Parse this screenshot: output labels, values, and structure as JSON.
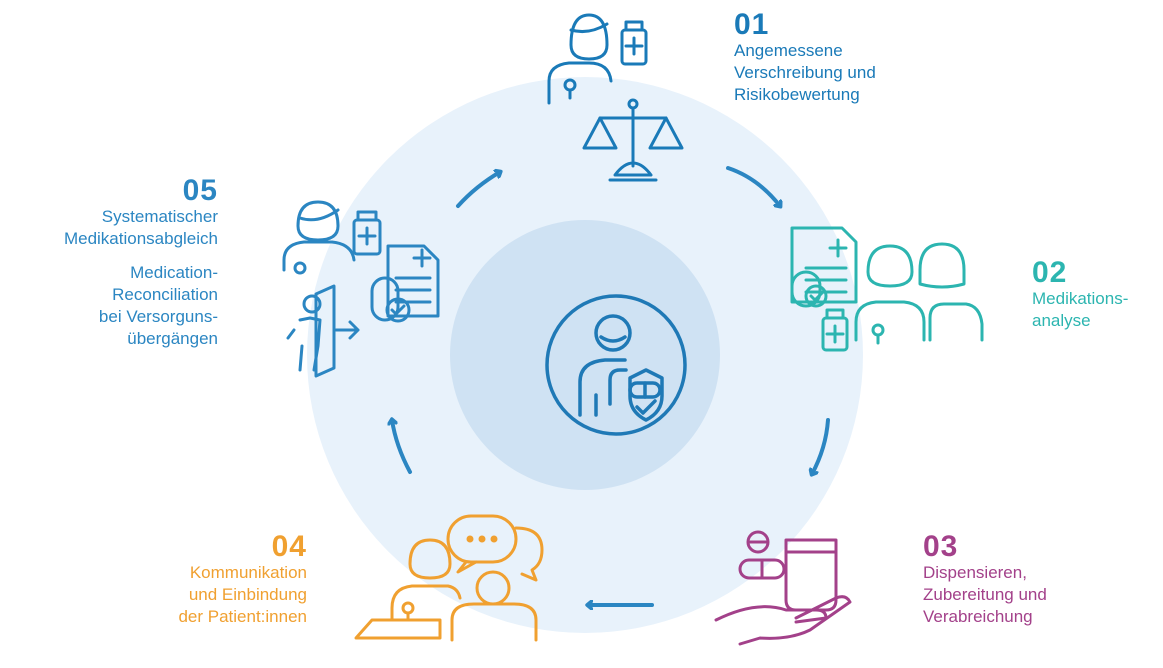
{
  "colors": {
    "step1": "#1a7ab8",
    "step2": "#2cb5b0",
    "step3": "#a3418a",
    "step4": "#f0a030",
    "step5": "#2b86c2",
    "arrow": "#2b86c2",
    "circle_outer": "#e8f2fb",
    "circle_inner": "#cfe2f3",
    "center_icon": "#1f79b6"
  },
  "icons": {
    "center": "patient-safety-shield-icon",
    "step1": "doctor-scale-icon",
    "step2": "document-team-icon",
    "step3": "pill-hand-icon",
    "step4": "consultation-chat-icon",
    "step5": "discharge-reconciliation-icon"
  },
  "steps": [
    {
      "number": "01",
      "lines": [
        "Angemessene",
        "Verschreibung und",
        "Risikobewertung"
      ]
    },
    {
      "number": "02",
      "lines": [
        "Medikations-",
        "analyse"
      ]
    },
    {
      "number": "03",
      "lines": [
        "Dispensieren,",
        "Zubereitung und",
        "Verabreichung"
      ]
    },
    {
      "number": "04",
      "lines": [
        "Kommunikation",
        "und  Einbindung",
        "der Patient:innen"
      ]
    },
    {
      "number": "05",
      "lines": [
        "Systematischer",
        "Medikationsabgleich"
      ],
      "lines2": [
        "Medication-",
        "Reconciliation",
        "bei Versorguns-",
        "übergängen"
      ]
    }
  ]
}
